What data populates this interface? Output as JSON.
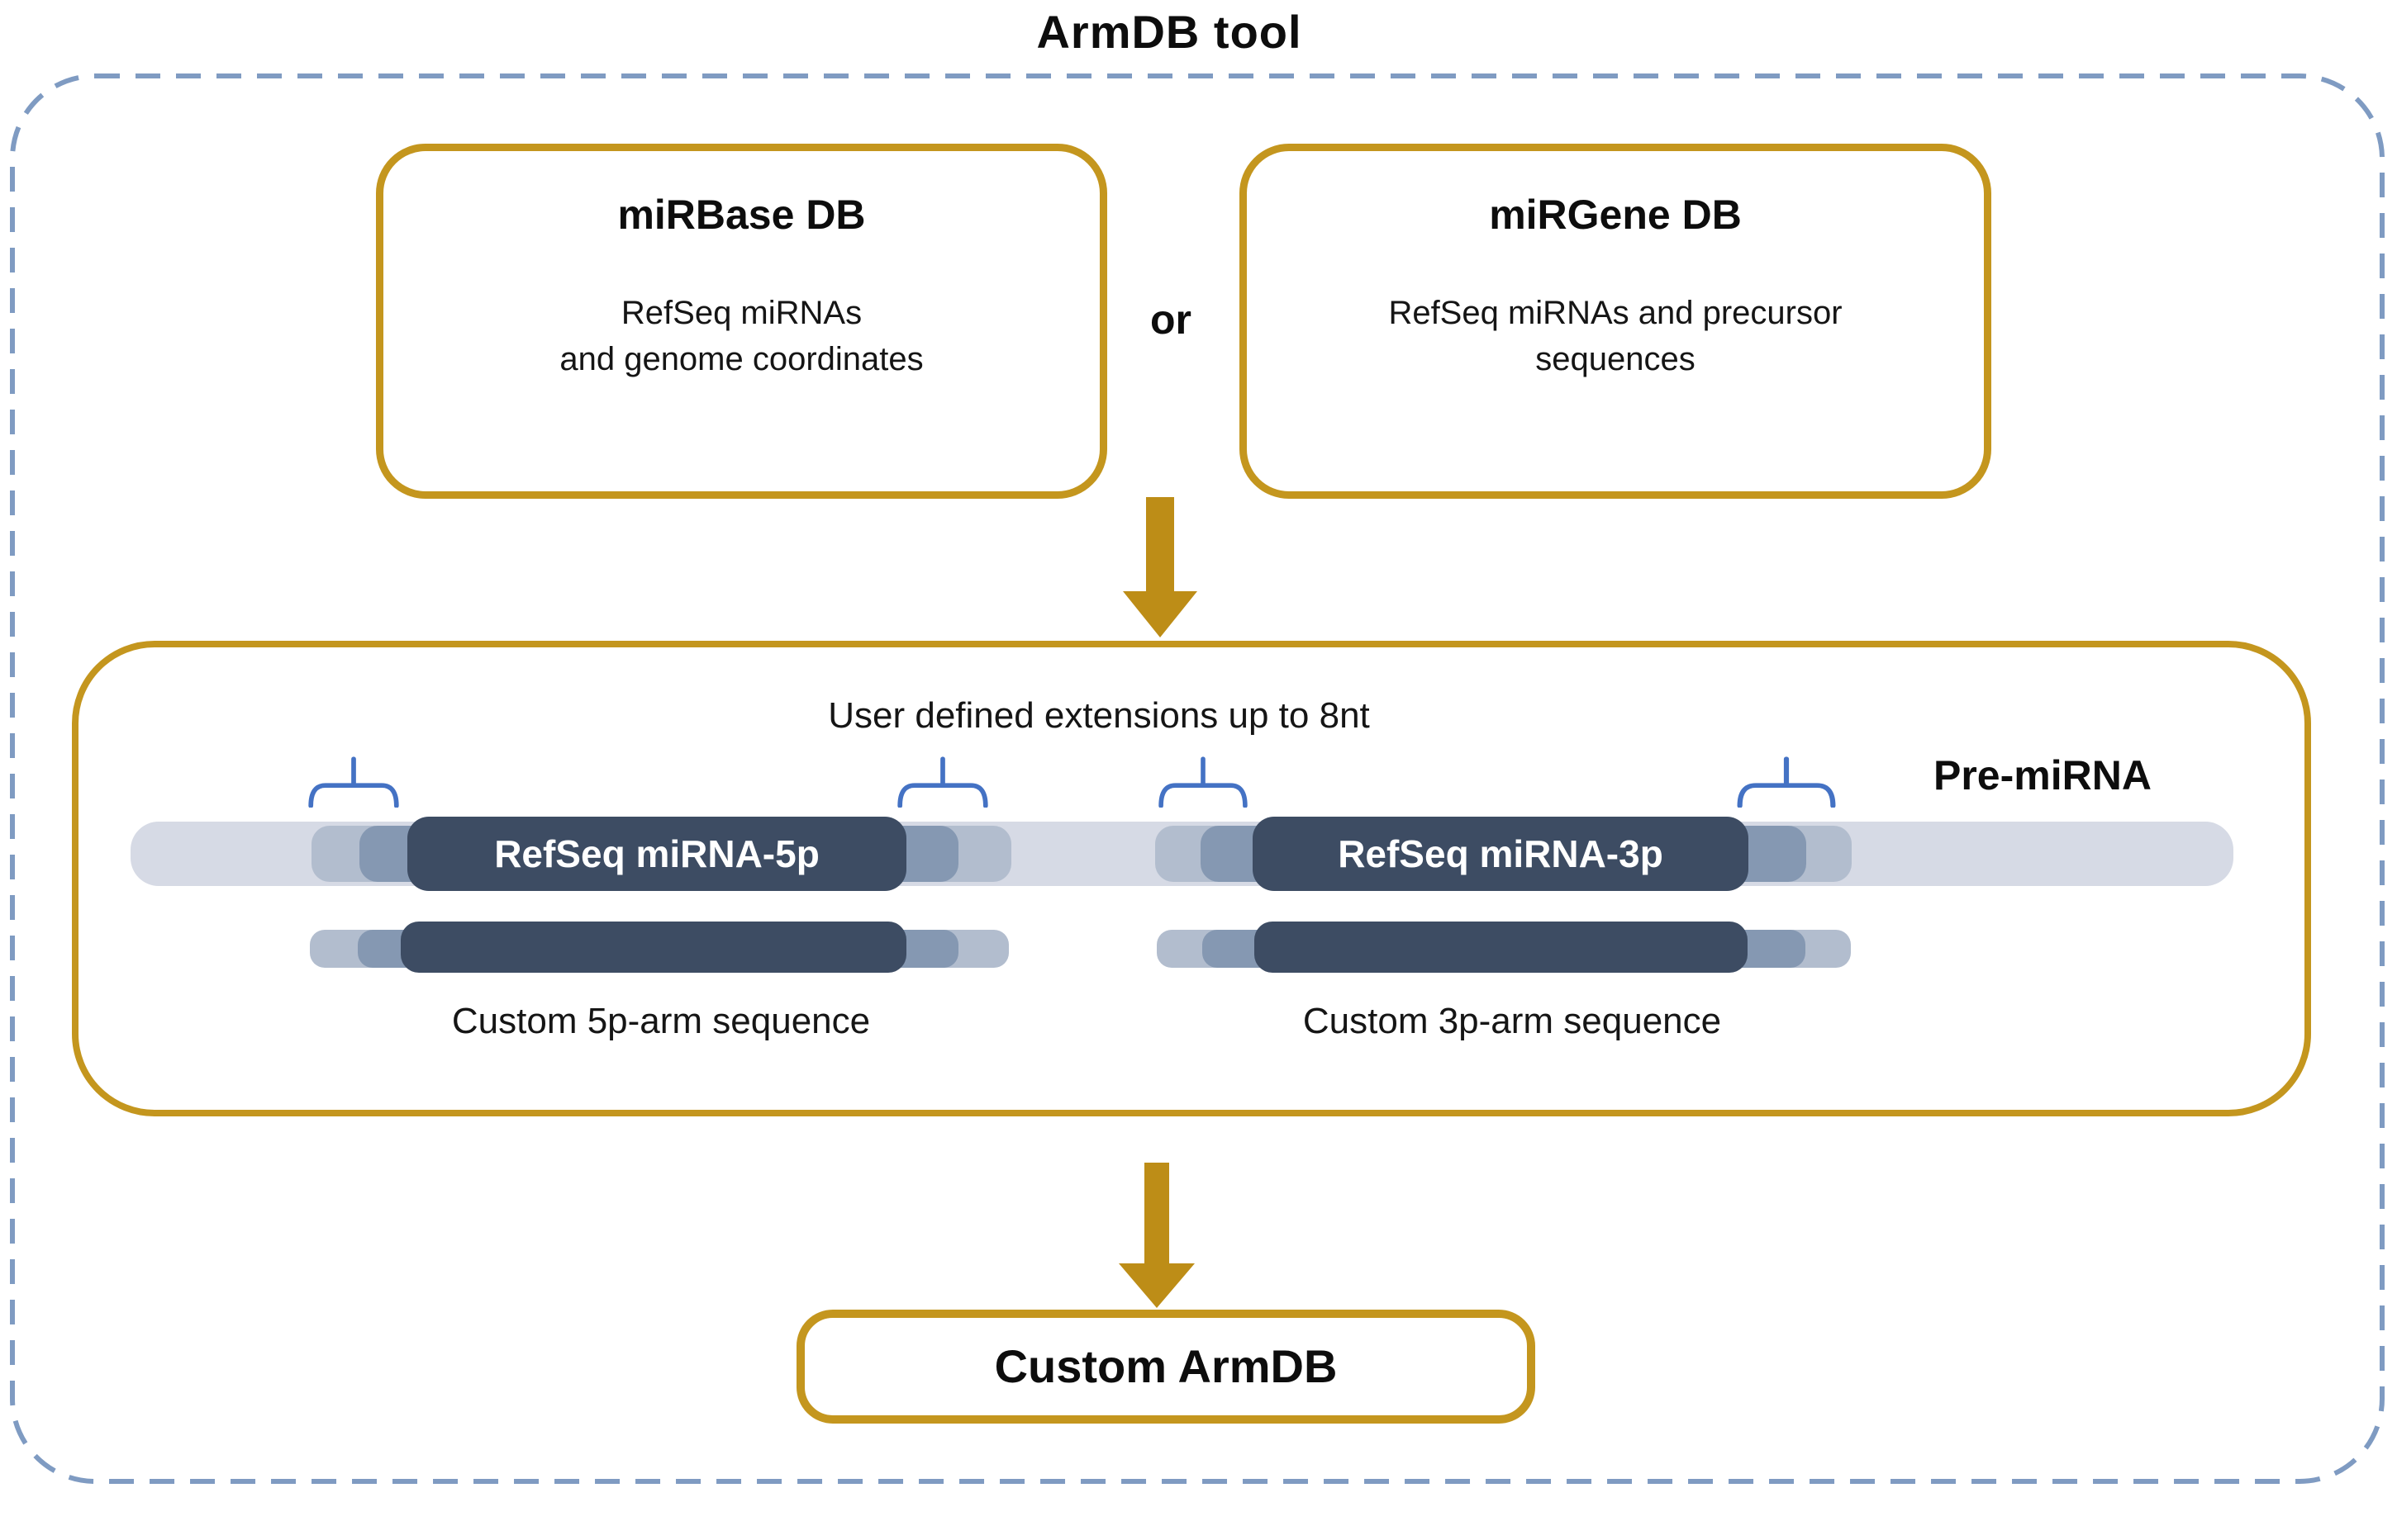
{
  "title": "ArmDB tool",
  "colors": {
    "box_border_gold": "#C4961E",
    "arrow_gold": "#BD8D17",
    "outer_dash_blue": "#7F9BC2",
    "brace_blue": "#4472C4",
    "backbone_gray": "#D6DAE5",
    "extension_light": "#B2BDCE",
    "extension_mid": "#8598B2",
    "mirna_dark": "#3D4C63",
    "text_black": "#1A1A1A",
    "bar_text_white": "#FFFFFF"
  },
  "sources": {
    "mirbase": {
      "title": "miRBase DB",
      "body_line1": "RefSeq miRNAs",
      "body_line2": "and genome coordinates"
    },
    "or_label": "or",
    "mirgene": {
      "title": "miRGene DB",
      "body_line1": "RefSeq miRNAs and precursor",
      "body_line2": "sequences"
    }
  },
  "processing": {
    "extensions_note": "User defined extensions up to 8nt",
    "premirna_label": "Pre-miRNA",
    "refseq_5p": "RefSeq miRNA-5p",
    "refseq_3p": "RefSeq miRNA-3p",
    "custom_5p_caption": "Custom 5p-arm sequence",
    "custom_3p_caption": "Custom 3p-arm sequence"
  },
  "output": {
    "title": "Custom ArmDB"
  }
}
